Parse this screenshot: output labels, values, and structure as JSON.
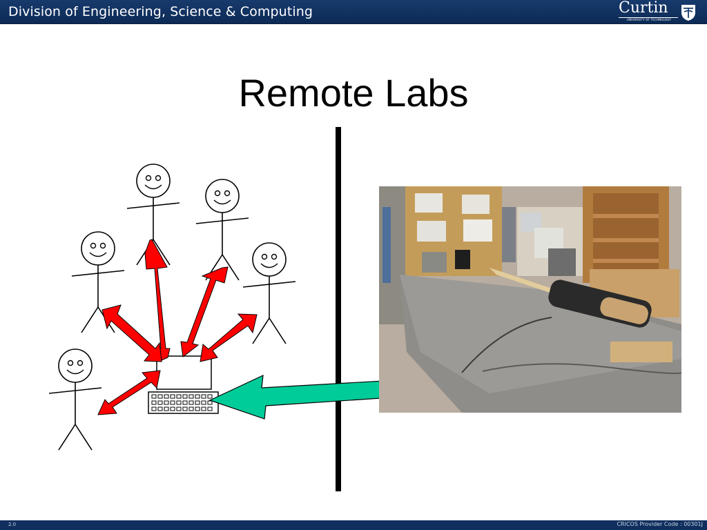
{
  "header": {
    "division": "Division of Engineering, Science & Computing",
    "logo": {
      "name": "Curtin",
      "subtitle": "UNIVERSITY OF TECHNOLOGY"
    }
  },
  "slide": {
    "title": "Remote Labs"
  },
  "diagram": {
    "people_count": 5,
    "arrow_colors": {
      "users": "#ff0000",
      "link": "#00cc99"
    },
    "icons": [
      "stick-figure-icon",
      "computer-icon",
      "keyboard-icon",
      "lab-photo"
    ]
  },
  "footer": {
    "version": "2.0",
    "cricos": "CRICOS Provider Code : 00301J"
  },
  "colors": {
    "header_bar": "#173a6c",
    "footer_bar": "#102f5e"
  }
}
